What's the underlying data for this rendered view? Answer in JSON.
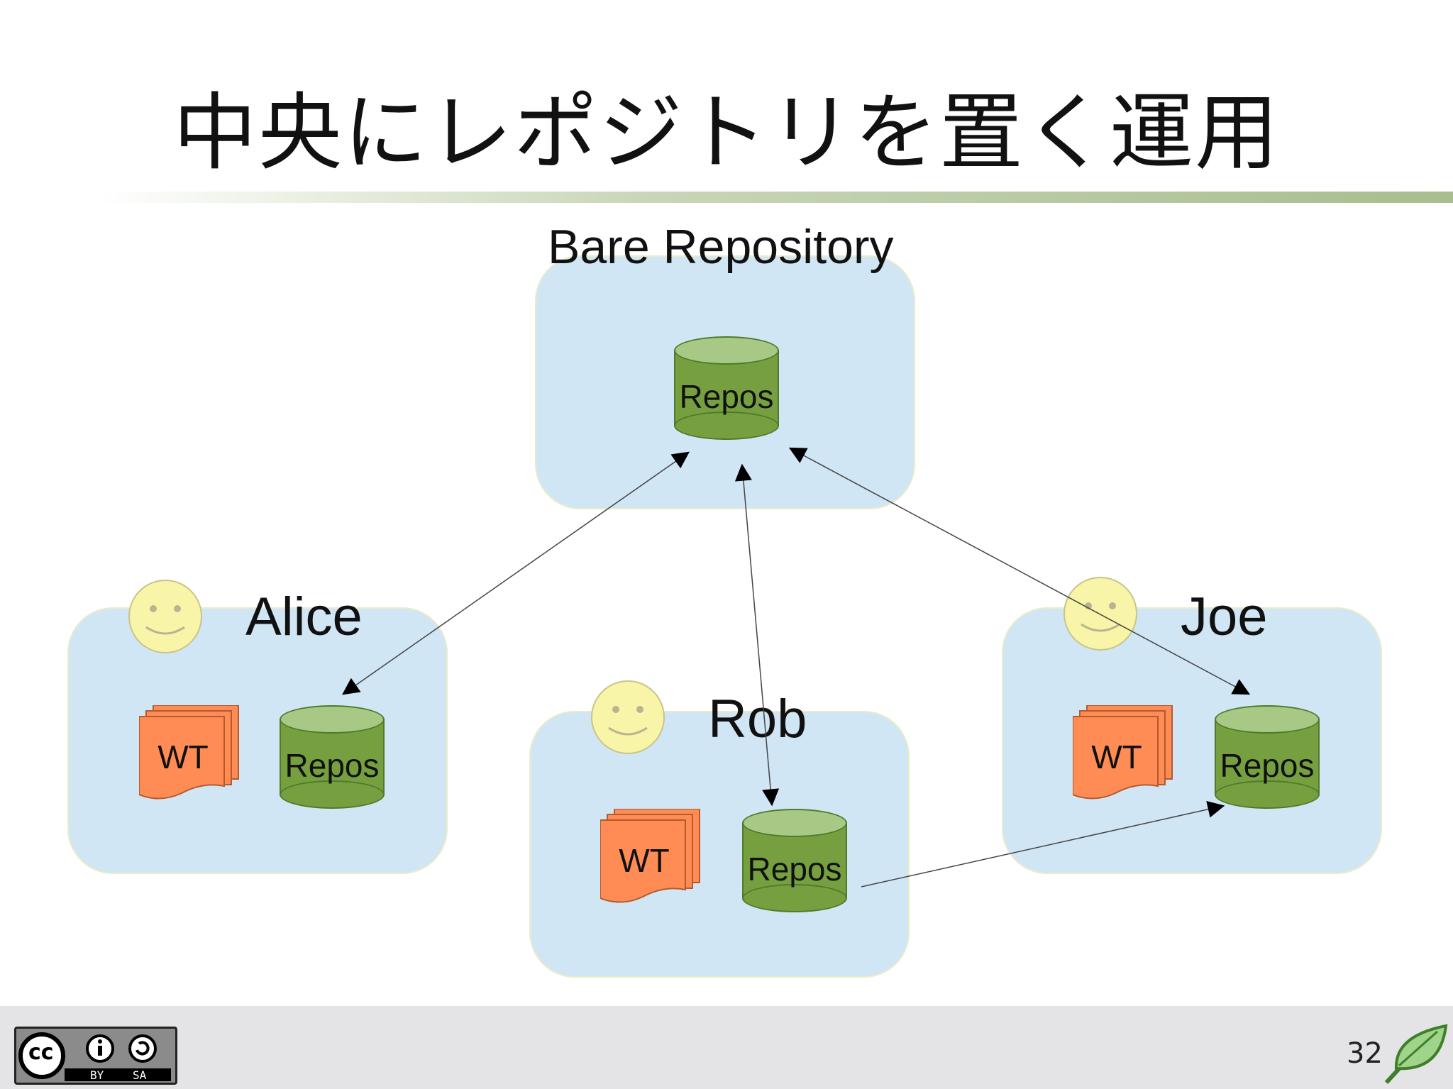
{
  "title": "中央にレポジトリを置く運用",
  "central": {
    "label": "Bare Repository",
    "repo_label": "Repos"
  },
  "users": [
    {
      "name": "Alice",
      "wt_label": "WT",
      "repo_label": "Repos"
    },
    {
      "name": "Rob",
      "wt_label": "WT",
      "repo_label": "Repos"
    },
    {
      "name": "Joe",
      "wt_label": "WT",
      "repo_label": "Repos"
    }
  ],
  "license": {
    "by": "BY",
    "sa": "SA",
    "cc": "cc"
  },
  "page_number": "32",
  "icons": [
    "smiley-icon",
    "document-stack-icon",
    "database-cylinder-icon",
    "cc-by-sa-icon",
    "leaf-icon"
  ],
  "colors": {
    "box_fill": "#d1e6f5",
    "repo_green": "#76a040",
    "repo_top": "#a7c985",
    "wt_orange": "#ff8c55",
    "smiley": "#f8f4a8"
  }
}
